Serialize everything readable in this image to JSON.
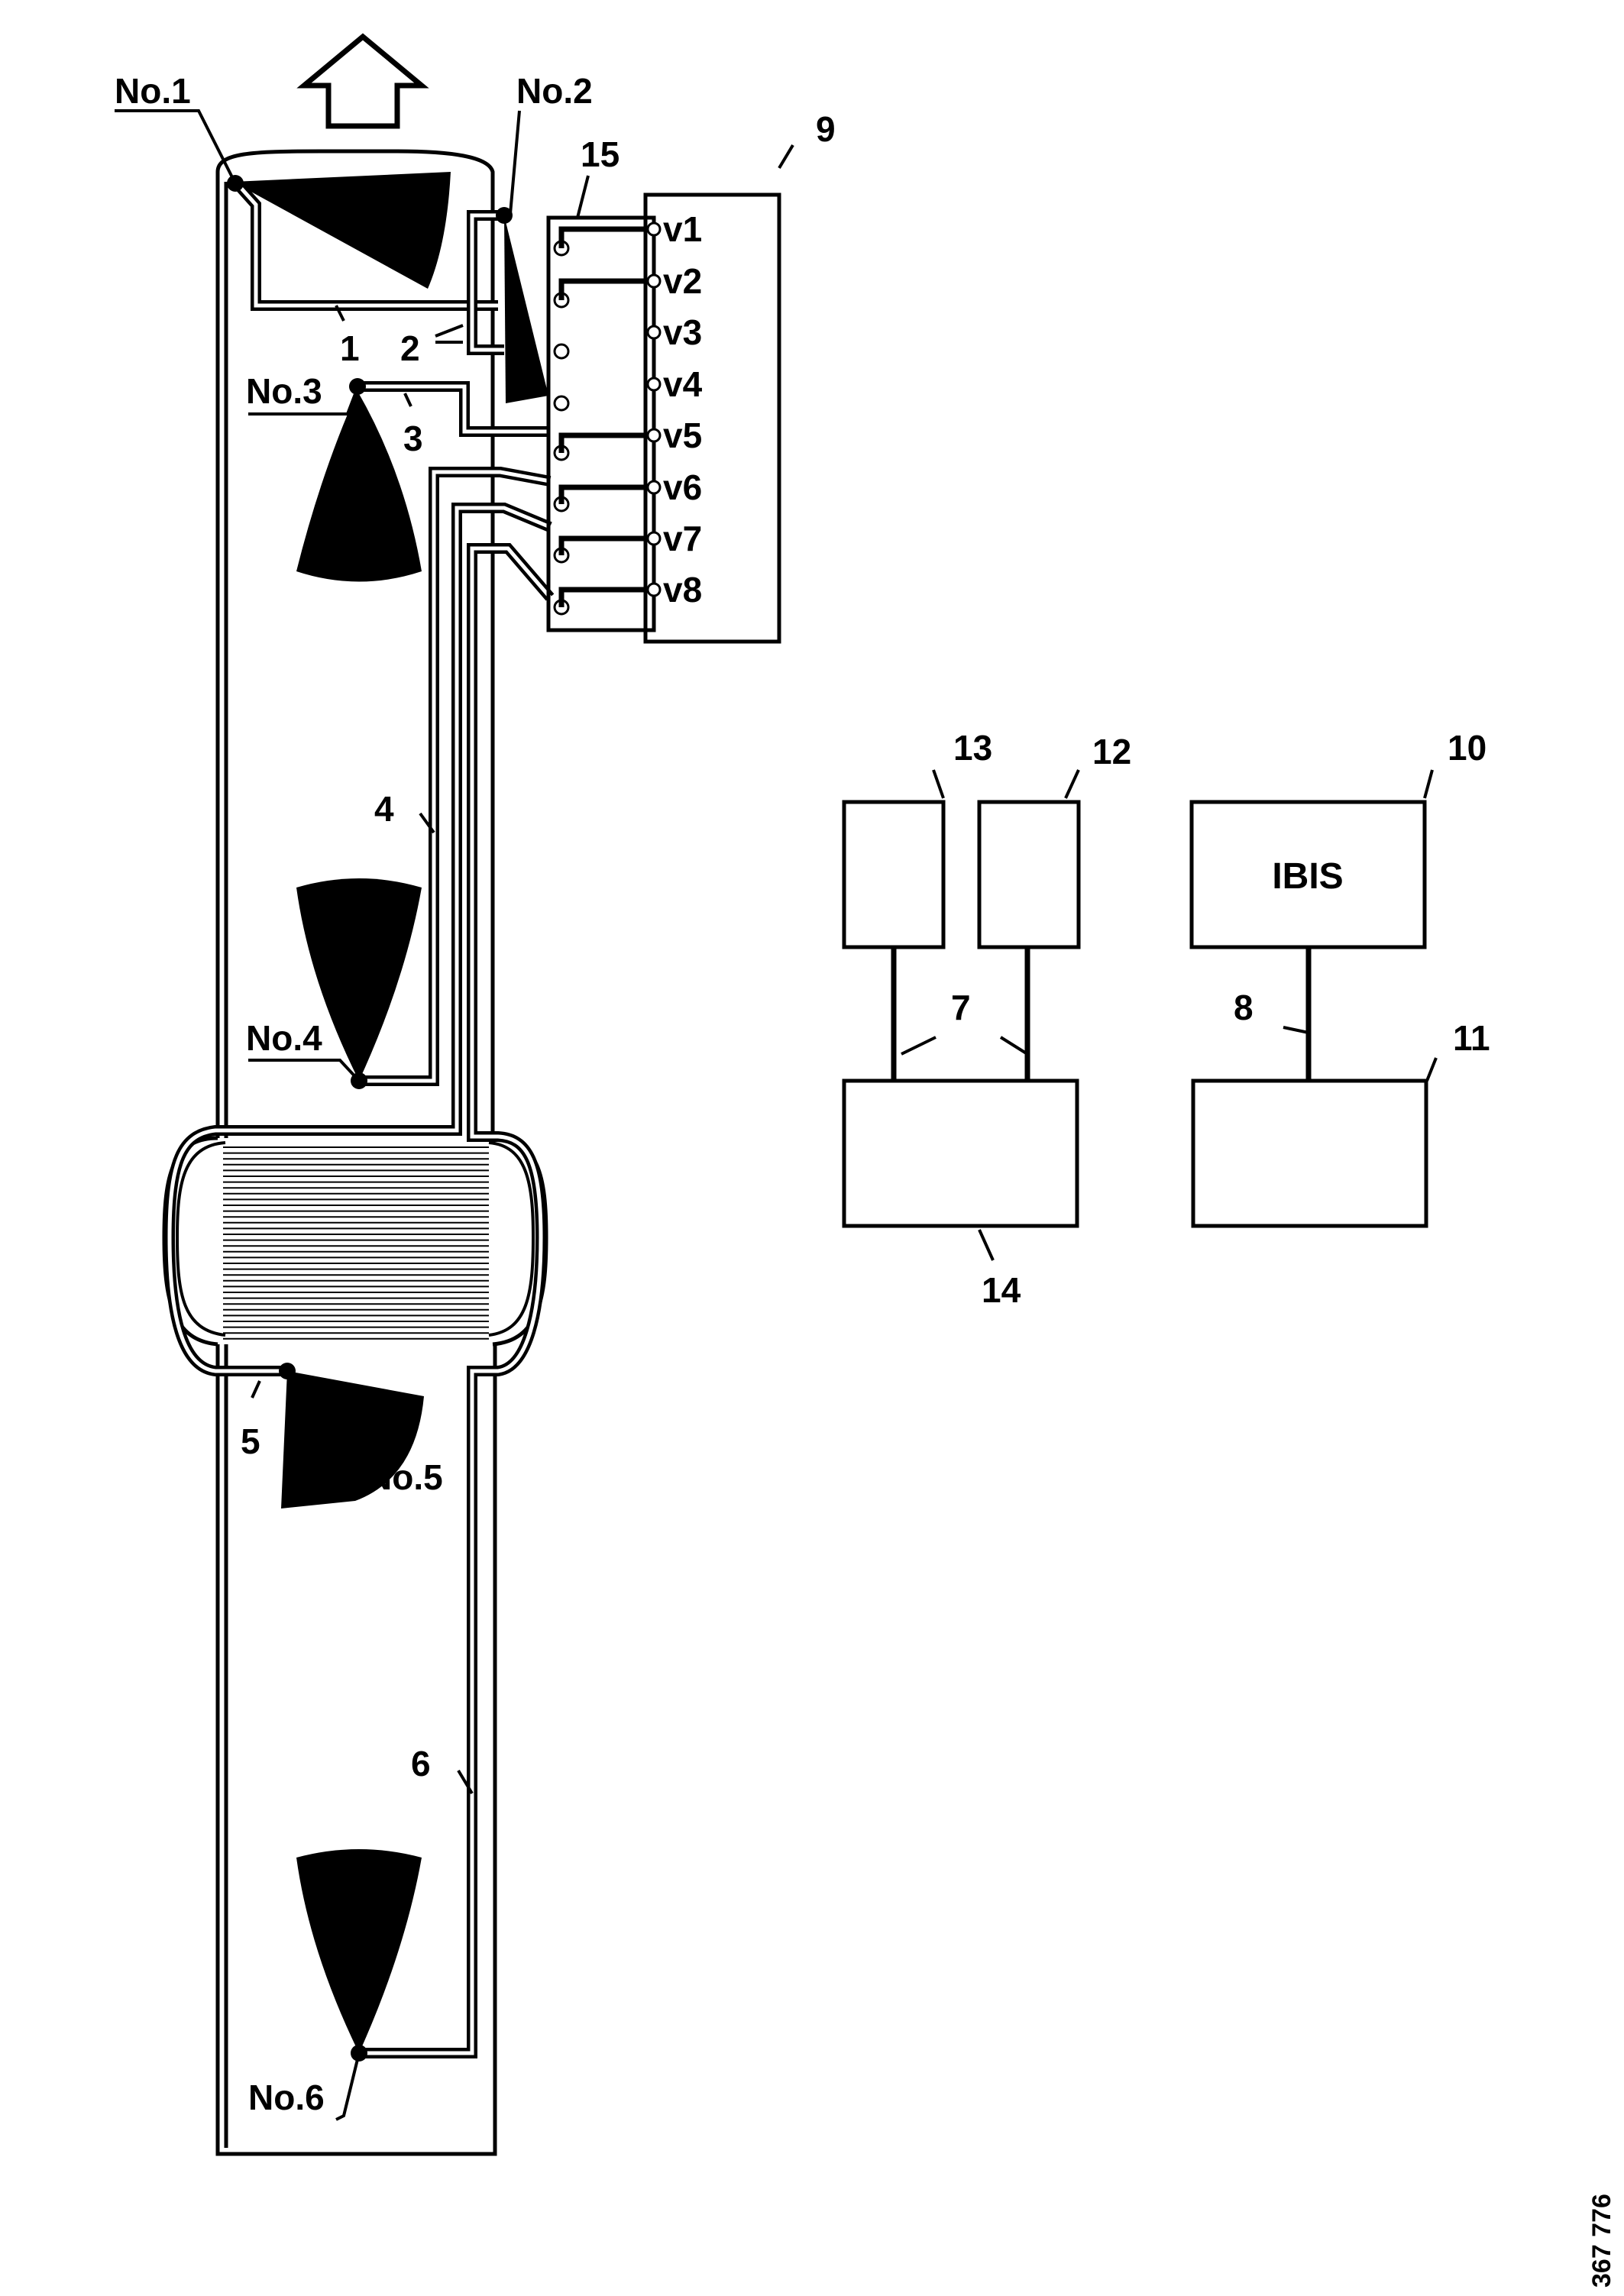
{
  "loudspeakers": [
    {
      "label": "No.1"
    },
    {
      "label": "No.2"
    },
    {
      "label": "No.3"
    },
    {
      "label": "No.4"
    },
    {
      "label": "No.5"
    },
    {
      "label": "No.6"
    }
  ],
  "wires": [
    "1",
    "2",
    "3",
    "4",
    "5",
    "6",
    "7",
    "8"
  ],
  "terminal_strip": {
    "label": "15"
  },
  "amplifier": {
    "label": "9",
    "outputs": [
      "v1",
      "v2",
      "v3",
      "v4",
      "v5",
      "v6",
      "v7",
      "v8"
    ]
  },
  "components": [
    {
      "label": "13"
    },
    {
      "label": "12"
    },
    {
      "label": "10",
      "text": "IBIS"
    },
    {
      "label": "14"
    },
    {
      "label": "11"
    }
  ],
  "drawing_code": "367 776"
}
